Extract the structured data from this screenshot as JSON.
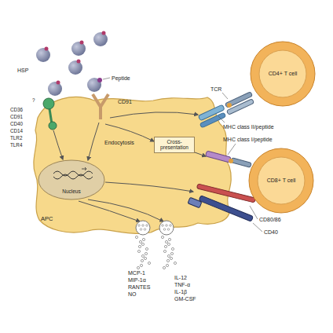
{
  "diagram": {
    "nodes": [
      {
        "text": [
          "APC"
        ]
      },
      {
        "text": [
          "Nucleus"
        ],
        "in": 0
      },
      {
        "text": [
          "Cross-presentation"
        ],
        "in": 0
      },
      {
        "text": [
          "CD4+ T cell"
        ]
      },
      {
        "text": [
          "CD8+ T cell"
        ]
      }
    ],
    "labels": [
      "HSP",
      "Peptide",
      "CD91",
      "?",
      "CD36",
      "CD91",
      "CD40",
      "CD14",
      "TLR2",
      "TLR4",
      "Endocytosis",
      "TCR",
      "MHC class II/peptide",
      "MHC class I/peptide",
      "CD80/86",
      "CD40",
      "MCP-1",
      "MIP-1α",
      "RANTES",
      "NO",
      "IL-12",
      "TNF-α",
      "IL-1β",
      "GM-CSF"
    ]
  }
}
